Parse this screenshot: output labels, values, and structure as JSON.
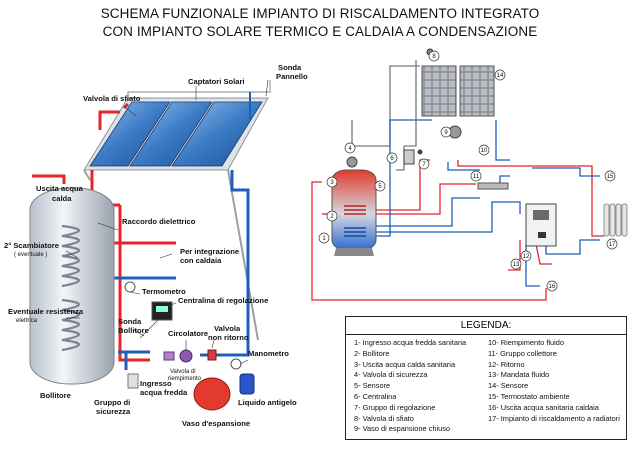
{
  "title_line1": "SCHEMA FUNZIONALE IMPIANTO DI RISCALDAMENTO INTEGRATO",
  "title_line2": "CON IMPIANTO SOLARE TERMICO E CALDAIA A CONDENSAZIONE",
  "left_labels": {
    "captatori": "Captatori Solari",
    "sonda_pannello_1": "Sonda",
    "sonda_pannello_2": "Pannello",
    "valvola_sfiato": "Valvola di sfiato",
    "uscita_acqua_1": "Uscita acqua",
    "uscita_acqua_2": "calda",
    "raccordo": "Raccordo dielettrico",
    "scambiatore_1": "2° Scambiatore",
    "scambiatore_2": "( eventuale )",
    "integrazione_1": "Per integrazione",
    "integrazione_2": "con caldaia",
    "termometro": "Termometro",
    "centralina": "Centralina di regolazione",
    "resistenza_1": "Eventuale resistenza",
    "resistenza_2": "elettrica",
    "sonda_bollitore_1": "Sonda",
    "sonda_bollitore_2": "Bollitore",
    "circolatore": "Circolatore",
    "valvola_ritorno_1": "Valvola",
    "valvola_ritorno_2": "non ritorno",
    "valvola_riempimento_1": "Valvola di",
    "valvola_riempimento_2": "riempimento",
    "manometro": "Manometro",
    "bollitore": "Bollitore",
    "ingresso_1": "Ingresso",
    "ingresso_2": "acqua fredda",
    "gruppo_1": "Gruppo di",
    "gruppo_2": "sicurezza",
    "liquido": "Liquido antigelo",
    "vaso": "Vaso d'espansione"
  },
  "right_numbers": [
    "1",
    "2",
    "3",
    "4",
    "5",
    "6",
    "7",
    "8",
    "9",
    "10",
    "11",
    "12",
    "13",
    "14",
    "15",
    "16",
    "17"
  ],
  "legend": {
    "title": "LEGENDA:",
    "left": [
      "1- Ingresso acqua fredda sanitaria",
      "2- Bollitore",
      "3- Uscita acqua calda sanitaria",
      "4- Valvola di sicurezza",
      "5- Sensore",
      "6- Centralina",
      "7- Gruppo di regolazione",
      "8- Valvola di sfiato",
      "9- Vaso di espansione chiuso"
    ],
    "right": [
      "10- Riempimento fluido",
      "11- Gruppo collettore",
      "12- Ritorno",
      "13- Mandata fluido",
      "14- Sensore",
      "15- Termostato ambiente",
      "16- Uscita acqua sanitaria caldaia",
      "17- Impianto di riscaldamento a radiatori"
    ]
  },
  "colors": {
    "hot": "#e8232a",
    "cold": "#1f5fb8",
    "panel": "#3c7fc4",
    "tank": "#d9dee6"
  }
}
